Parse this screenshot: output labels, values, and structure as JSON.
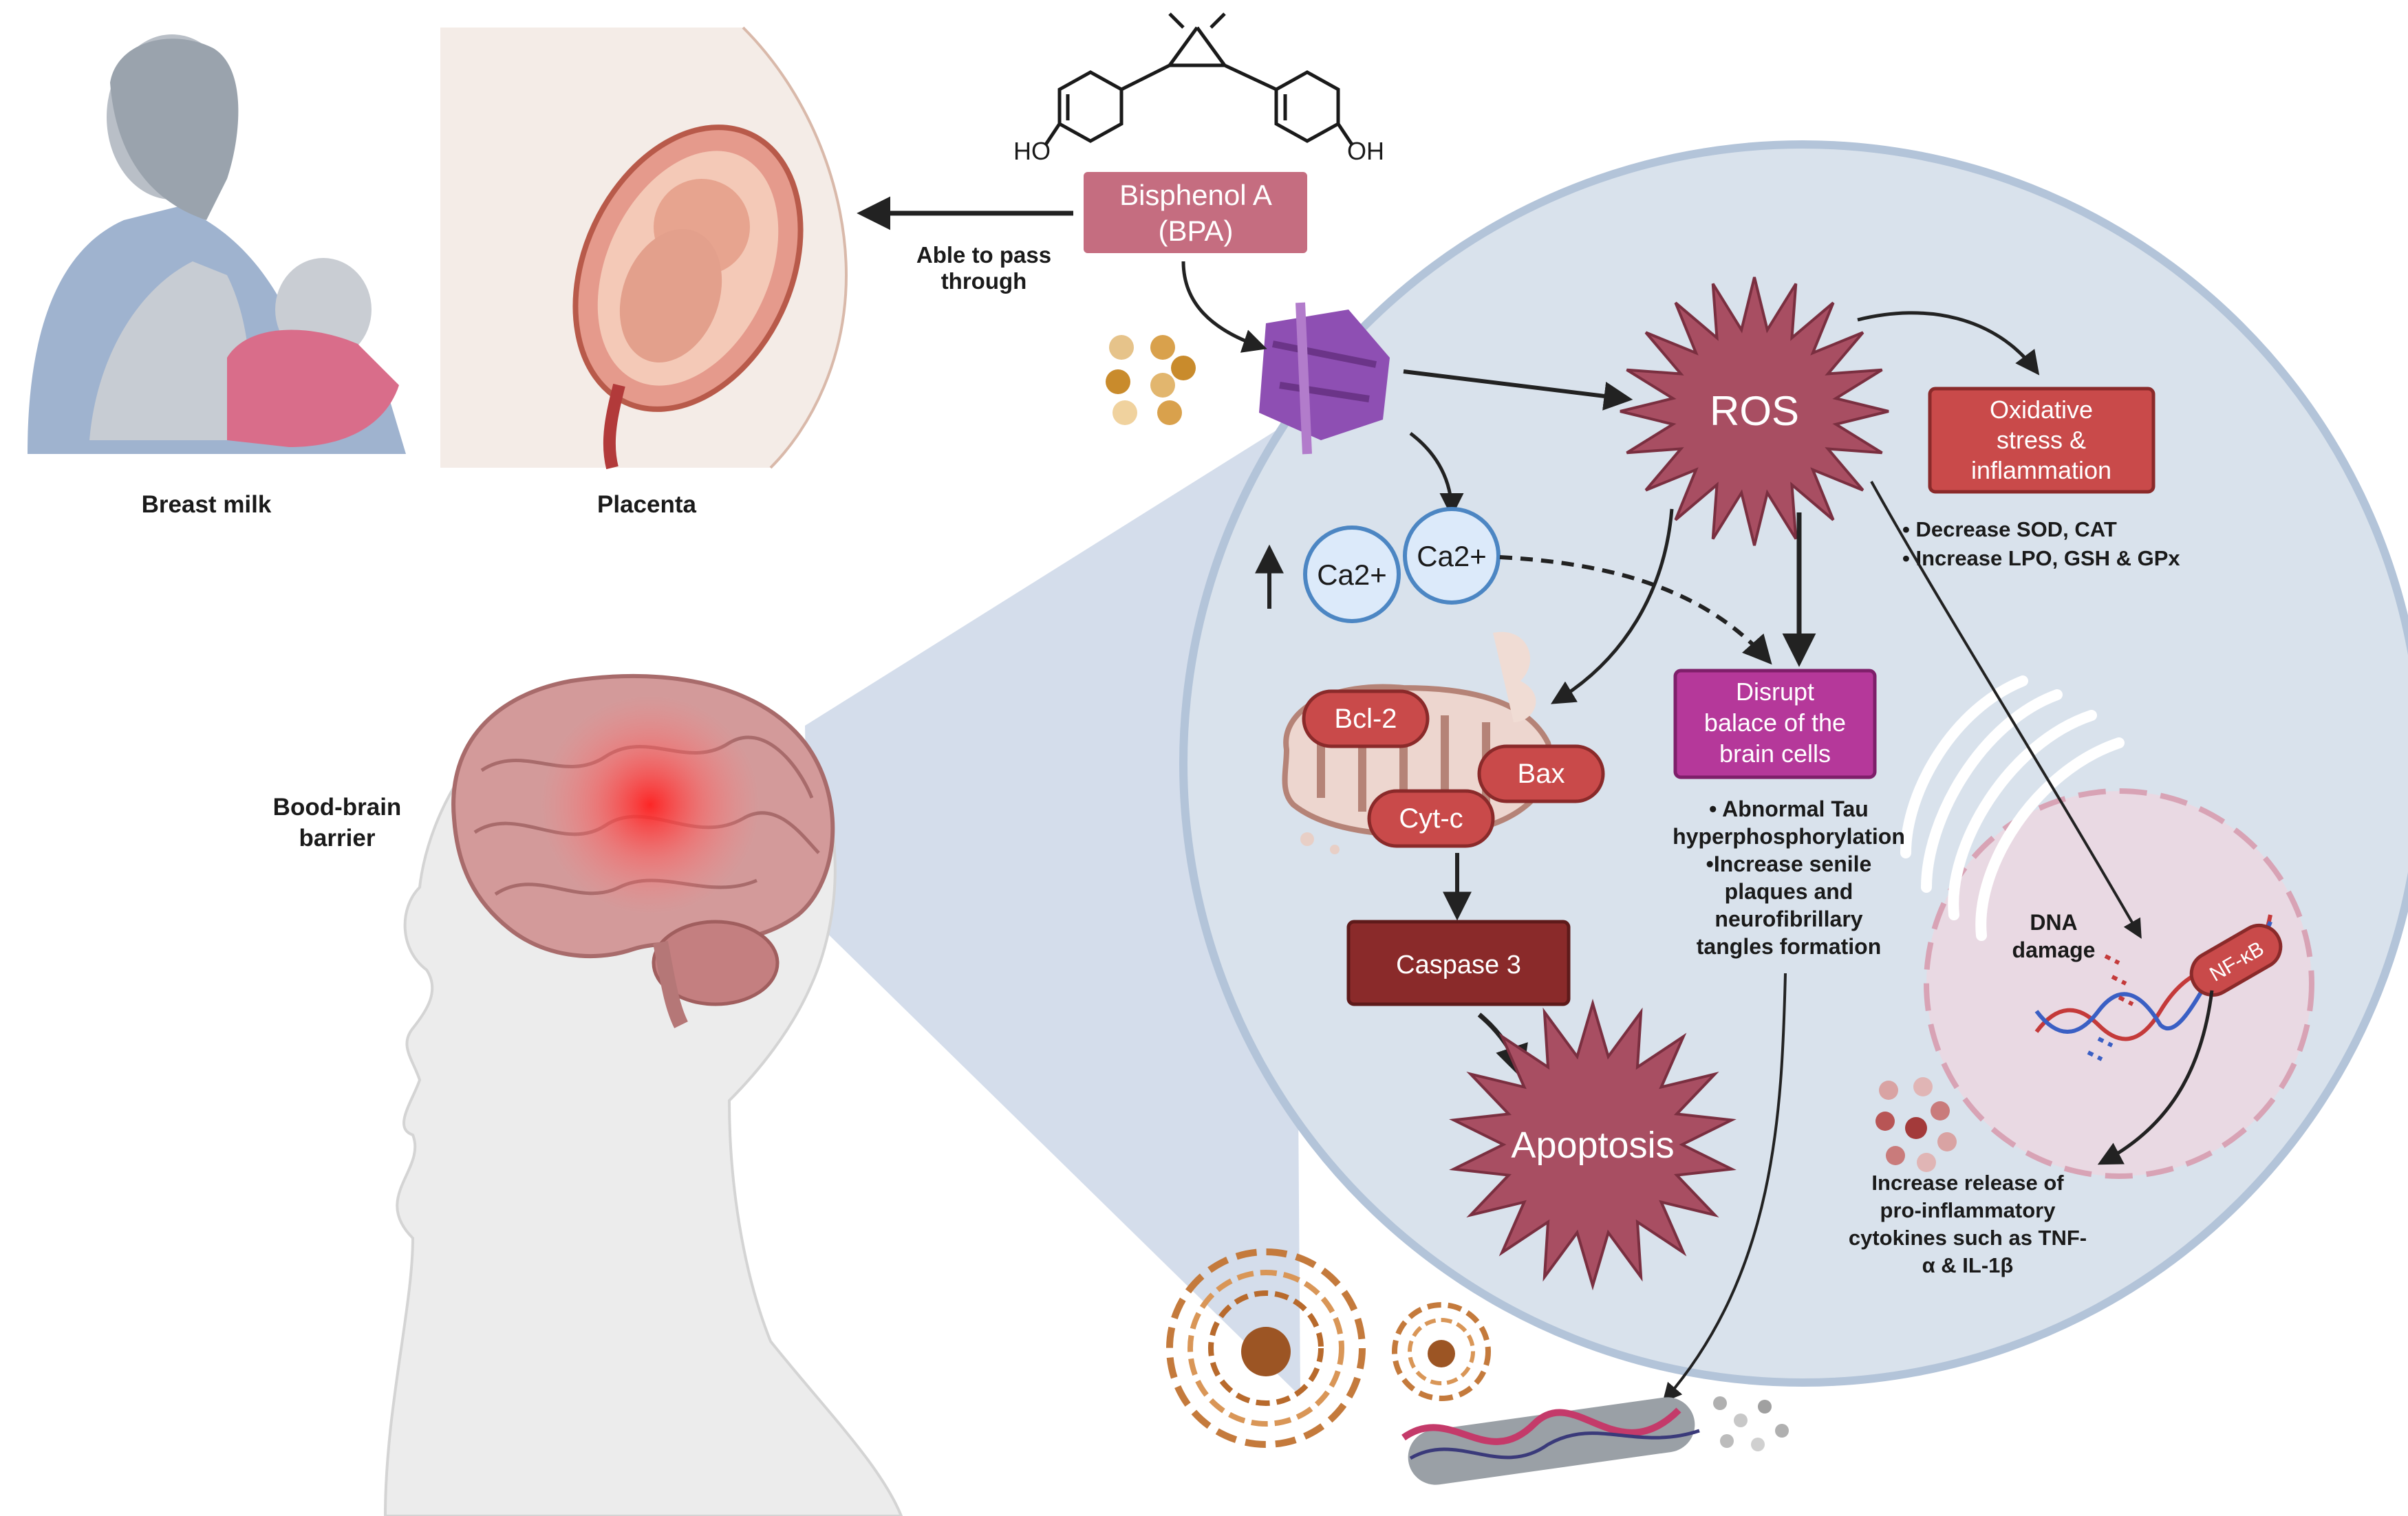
{
  "figure": {
    "breast_milk_label": "Breast milk",
    "placenta_label": "Placenta",
    "bbb_label": [
      "Bood-brain",
      "barrier"
    ],
    "bpa_label": [
      "Bisphenol A",
      "(BPA)"
    ],
    "pass_label": [
      "Able to pass",
      "through"
    ],
    "ho_label": "HO",
    "oh_label": "OH",
    "ros_label": "ROS",
    "oxidative_label": [
      "Oxidative",
      "stress &",
      "inflammation"
    ],
    "oxidative_notes": [
      "• Decrease SOD, CAT",
      "• Increase LPO, GSH & GPx"
    ],
    "ca_label_1": "Ca2+",
    "ca_label_2": "Ca2+",
    "bcl2_label": "Bcl-2",
    "bax_label": "Bax",
    "cytc_label": "Cyt-c",
    "caspase_label": "Caspase 3",
    "apoptosis_label": "Apoptosis",
    "disrupt_label": [
      "Disrupt",
      "balace of the",
      "brain cells"
    ],
    "tau_notes": [
      "• Abnormal Tau",
      "hyperphosphorylation",
      "•Increase senile",
      "plaques and",
      "neurofibrillary",
      "tangles formation"
    ],
    "dna_label": [
      "DNA",
      "damage"
    ],
    "nfkb_label": "NF-κB",
    "cytokine_notes": [
      "Increase release of",
      "pro-inflammatory",
      "cytokines such as TNF-",
      "α & IL-1β"
    ]
  },
  "colors": {
    "red_box": "#c94a4a",
    "pink_box": "#c56d80",
    "magenta_box": "#b5389a",
    "dark_red": "#8a2a2a",
    "cell_fill": "#d9e2ec",
    "cell_stroke": "#b3c4d9",
    "ros_fill": "#a84e62",
    "channel": "#8e4fb3",
    "calcium_stroke": "#4c86c3",
    "calcium_fill": "#dceafa"
  }
}
